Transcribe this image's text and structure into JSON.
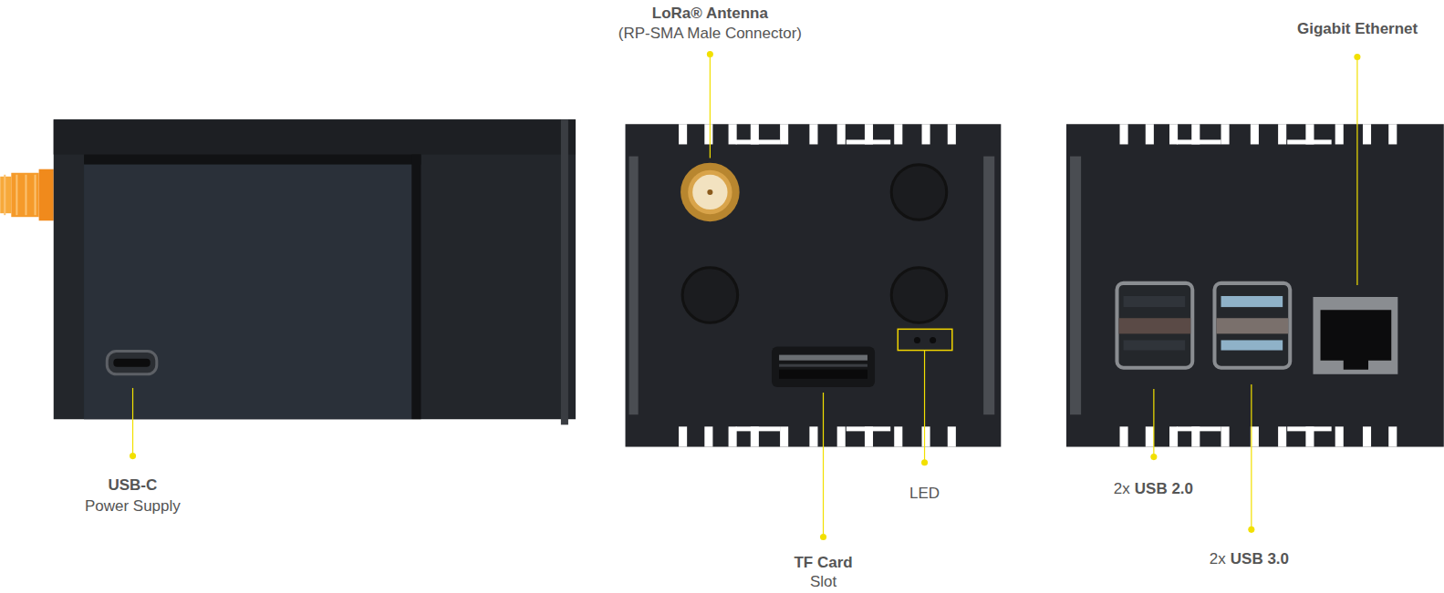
{
  "diagram": {
    "labels": [
      "LoRa® Antenna",
      "(RP-SMA Male Connector)",
      "Gigabit Ethernet",
      "USB-C",
      "Power Supply",
      "TF Card",
      "Slot",
      "LED",
      "2x",
      "USB 2.0",
      "2x",
      "USB 3.0"
    ]
  }
}
